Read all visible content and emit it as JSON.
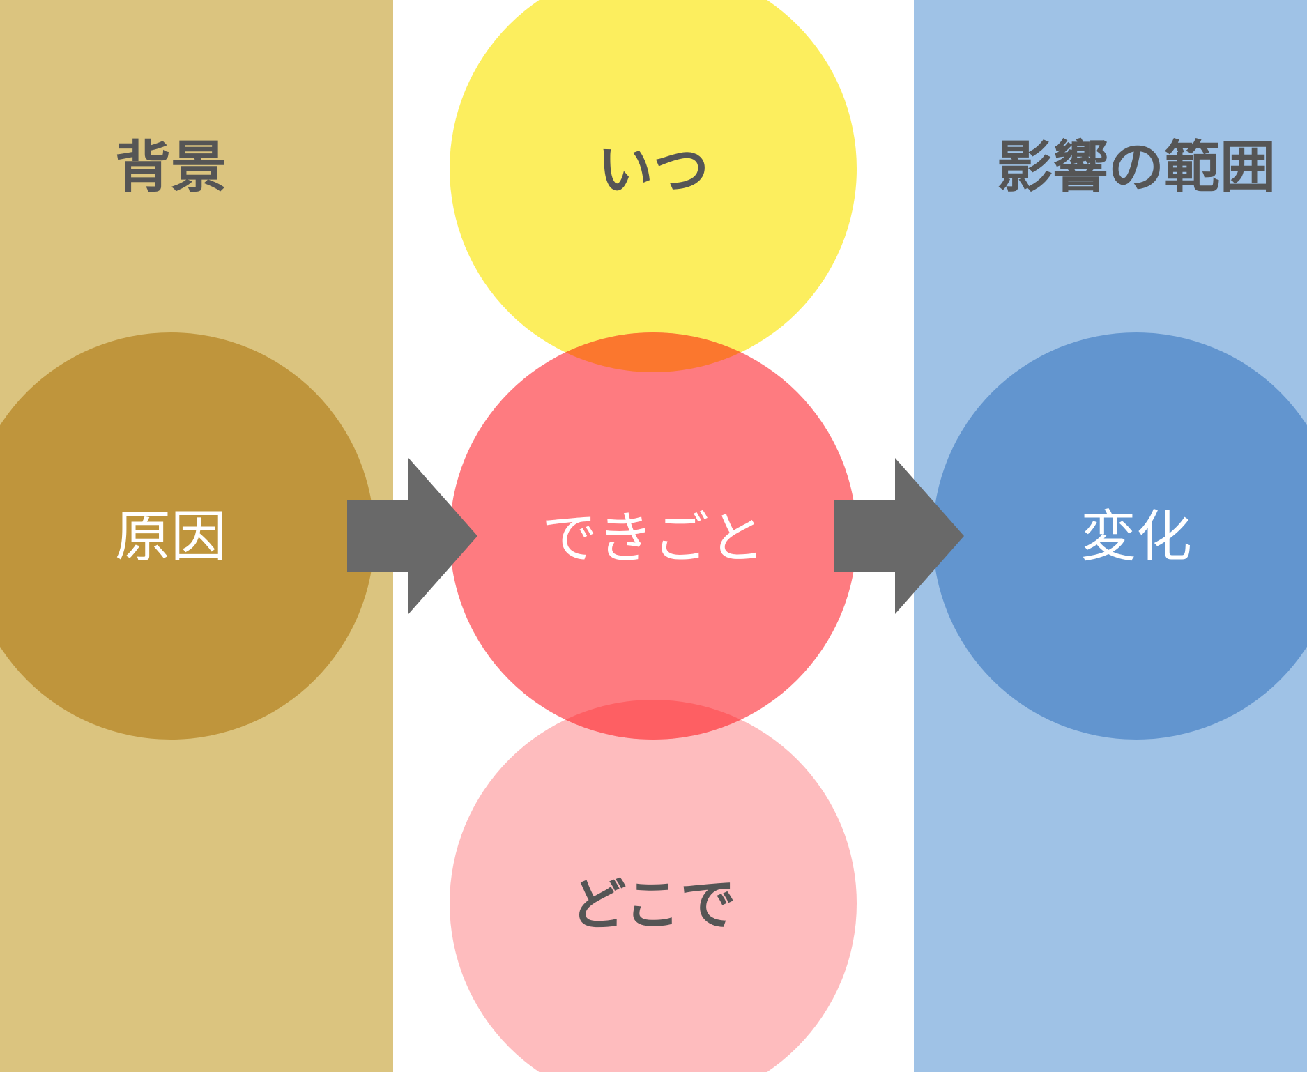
{
  "left_panel": {
    "title": "背景",
    "circle_label": "原因",
    "panel_color": "#DBC47F",
    "circle_color": "#BF953C"
  },
  "center": {
    "top_label": "いつ",
    "main_label": "できごと",
    "bottom_label": "どこで",
    "top_color": "#FCEE5E",
    "main_color": "#FE7B80",
    "bottom_color": "#FEBCBE",
    "top_overlap_color": "#FB772E",
    "bottom_overlap_color": "#FE5F63"
  },
  "right_panel": {
    "title": "影響の範囲",
    "circle_label": "変化",
    "panel_color": "#9FC2E6",
    "circle_color": "#6295CF"
  },
  "arrows": {
    "color": "#696969",
    "icon": "right-arrow-icon"
  },
  "text_colors": {
    "dark": "#555555",
    "light": "#FFFFFF"
  }
}
